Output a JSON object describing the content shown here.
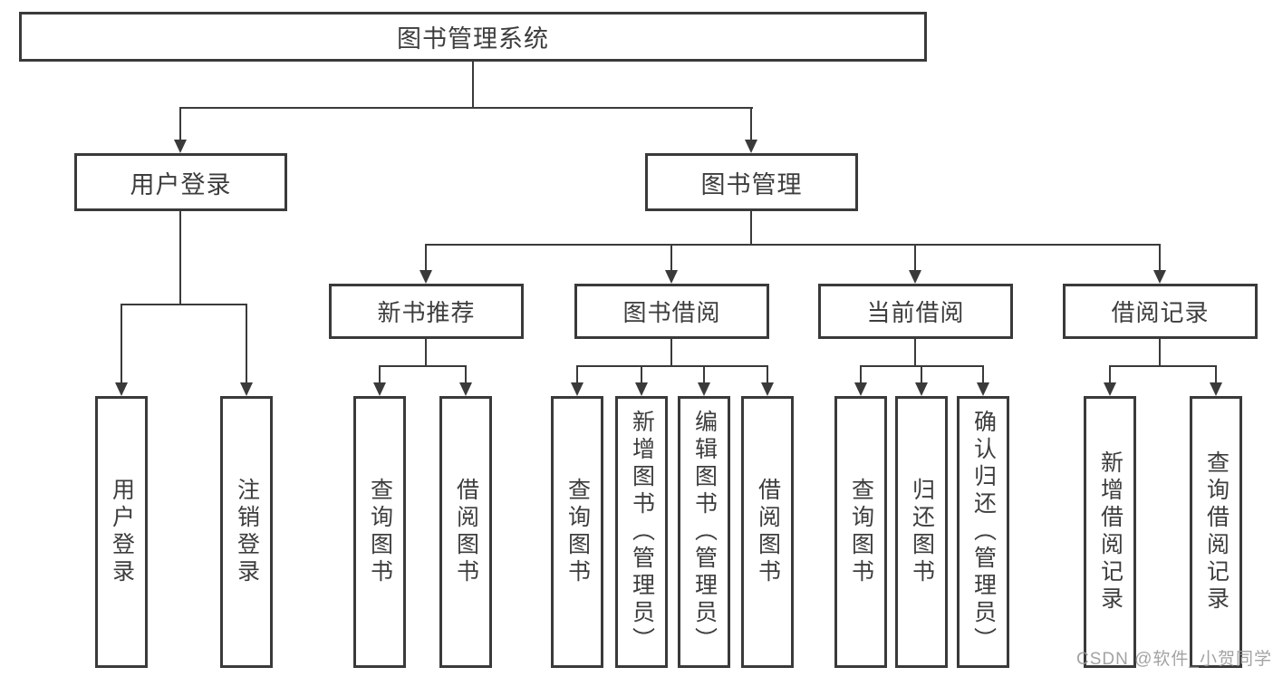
{
  "diagram": {
    "root": {
      "label": "图书管理系统"
    },
    "level2": [
      {
        "label": "用户登录"
      },
      {
        "label": "图书管理"
      }
    ],
    "level3": [
      {
        "label": "新书推荐"
      },
      {
        "label": "图书借阅"
      },
      {
        "label": "当前借阅"
      },
      {
        "label": "借阅记录"
      }
    ],
    "leaves": {
      "user_login": [
        "用户登录",
        "注销登录"
      ],
      "new_book": [
        "查询图书",
        "借阅图书"
      ],
      "book_borrow": [
        "查询图书",
        "新增图书（管理员）",
        "编辑图书（管理员）",
        "借阅图书"
      ],
      "current_borrow": [
        "查询图书",
        "归还图书",
        "确认归还（管理员）"
      ],
      "borrow_records": [
        "新增借阅记录",
        "查询借阅记录"
      ]
    }
  },
  "watermark": "CSDN @软件_小贺同学",
  "colors": {
    "line": "#3a3a3a",
    "text": "#3d3d3d",
    "watermark": "#9b9b9b",
    "background": "#ffffff"
  }
}
